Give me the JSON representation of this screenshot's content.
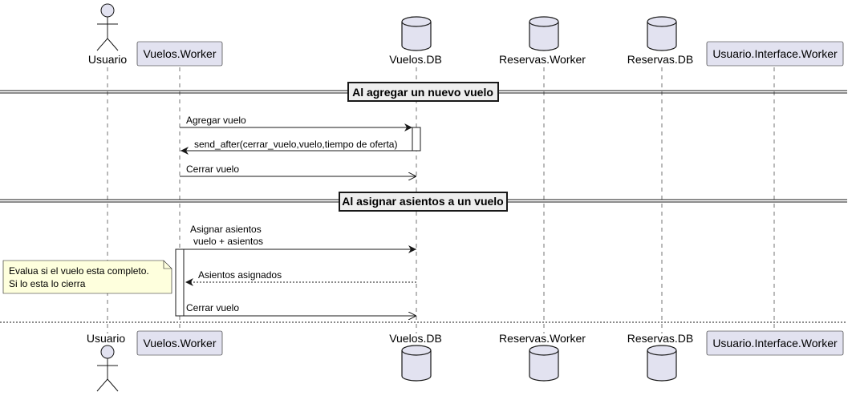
{
  "participants": [
    {
      "id": "usuario",
      "label": "Usuario",
      "kind": "actor"
    },
    {
      "id": "vuelos-worker",
      "label": "Vuelos.Worker",
      "kind": "participant"
    },
    {
      "id": "vuelos-db",
      "label": "Vuelos.DB",
      "kind": "database"
    },
    {
      "id": "reservas-worker",
      "label": "Reservas.Worker",
      "kind": "participant"
    },
    {
      "id": "reservas-db",
      "label": "Reservas.DB",
      "kind": "database"
    },
    {
      "id": "usuario-interface-worker",
      "label": "Usuario.Interface.Worker",
      "kind": "participant"
    }
  ],
  "dividers": [
    {
      "label": "Al agregar un nuevo vuelo"
    },
    {
      "label": "Al asignar asientos a un vuelo"
    }
  ],
  "messages": [
    {
      "label": "Agregar vuelo"
    },
    {
      "label": "send_after(cerrar_vuelo,vuelo,tiempo de oferta)"
    },
    {
      "label": "Cerrar vuelo"
    },
    {
      "label_line1": "Asignar asientos",
      "label_line2": "vuelo + asientos"
    },
    {
      "label": "Asientos asignados"
    },
    {
      "label": "Cerrar vuelo"
    }
  ],
  "note": {
    "line1": "Evalua si el vuelo esta completo.",
    "line2": "Si lo esta lo cierra"
  },
  "colors": {
    "participant_fill": "#E2E2F0",
    "participant_stroke": "#181818",
    "lifeline": "#181818",
    "note_fill": "#FEFFDD",
    "divider_fill": "#EEEEEE"
  }
}
